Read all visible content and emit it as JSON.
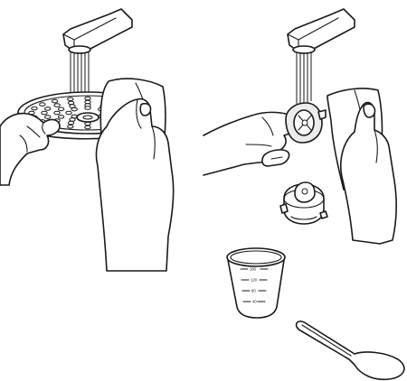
{
  "figure": {
    "measuring_cup": {
      "scale_labels": [
        "180",
        "120",
        "80",
        "40"
      ]
    }
  }
}
